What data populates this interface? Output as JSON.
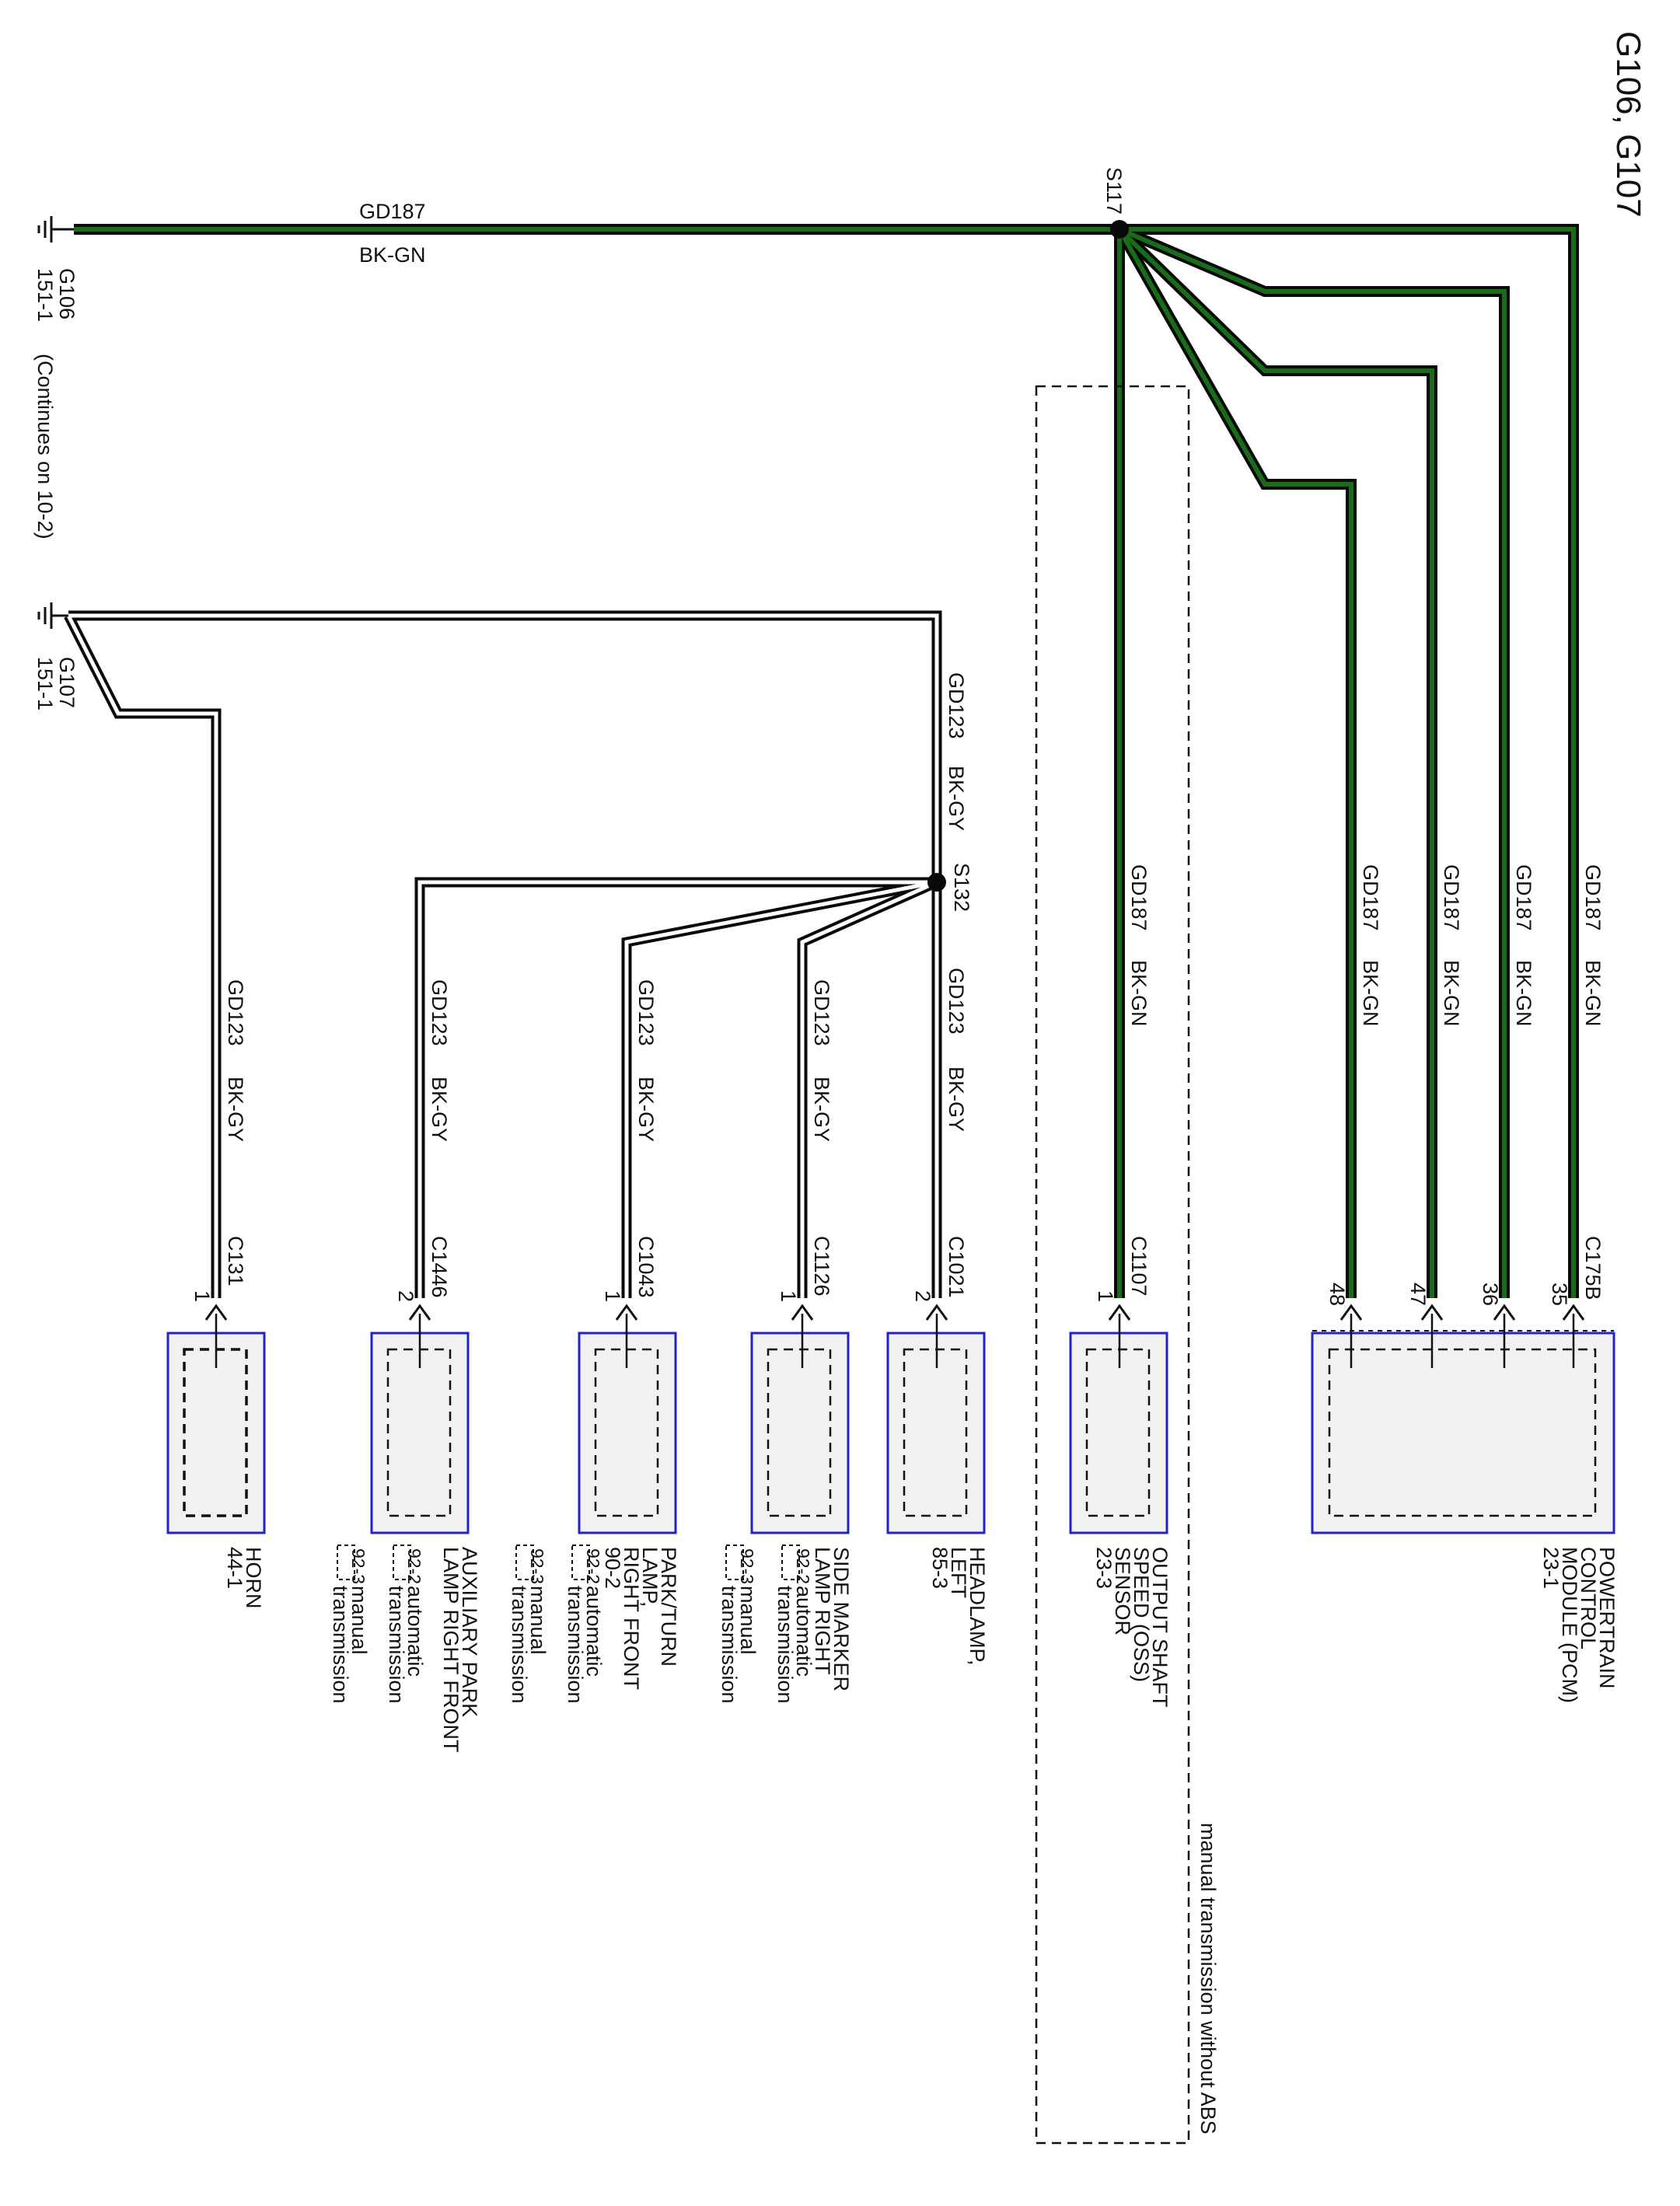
{
  "title": "G106, G107",
  "colors": {
    "wire_gn_fill": "#1a6b1a",
    "wire_gy_fill": "#ffffff",
    "wire_outline": "#0a0a0a",
    "component_border": "#2222cc",
    "component_fill": "#f1f1f1"
  },
  "grounds": {
    "g106": {
      "name": "G106",
      "loc": "151-1",
      "note": "(Continues on 10-2)"
    },
    "g107": {
      "name": "G107",
      "loc": "151-1"
    }
  },
  "splices": {
    "s117": "S117",
    "s132": "S132"
  },
  "wires": {
    "main_gd187": {
      "circuit": "GD187",
      "color": "BK-GN"
    },
    "main_gd123": {
      "circuit": "GD123",
      "color": "BK-GY"
    },
    "gn_branch": {
      "circuit": "GD187",
      "color": "BK-GN"
    },
    "gy_branch": {
      "circuit": "GD123",
      "color": "BK-GY"
    }
  },
  "connectors": {
    "c175b": "C175B",
    "c1107": "C1107",
    "c1021": "C1021",
    "c1126": "C1126",
    "c1043": "C1043",
    "c1446": "C1446",
    "c131": "C131"
  },
  "pins": {
    "pcm": [
      "35",
      "36",
      "47",
      "48"
    ],
    "oss": "1",
    "headlamp": "2",
    "side_marker": "1",
    "park_turn": "1",
    "aux_park": "2",
    "horn": "1"
  },
  "components": {
    "pcm": [
      "POWERTRAIN",
      "CONTROL",
      "MODULE (PCM)",
      "23-1"
    ],
    "oss": [
      "OUTPUT SHAFT",
      "SPEED (OSS)",
      "SENSOR",
      "23-3"
    ],
    "headlamp": [
      "HEADLAMP,",
      "LEFT",
      "85-3"
    ],
    "side_marker": [
      "SIDE MARKER",
      "LAMP RIGHT"
    ],
    "park_turn": [
      "PARK/TURN",
      "LAMP,",
      "RIGHT FRONT",
      "90-2"
    ],
    "aux_park": [
      "AUXILIARY PARK",
      "LAMP RIGHT FRONT"
    ],
    "horn": [
      "HORN",
      "44-1"
    ]
  },
  "options": {
    "auto_ref": "92-2",
    "auto_label": "automatic",
    "manual_ref": "92-3",
    "manual_label": "manual",
    "trans_label": "transmission",
    "zone_label": "manual transmission without ABS"
  }
}
